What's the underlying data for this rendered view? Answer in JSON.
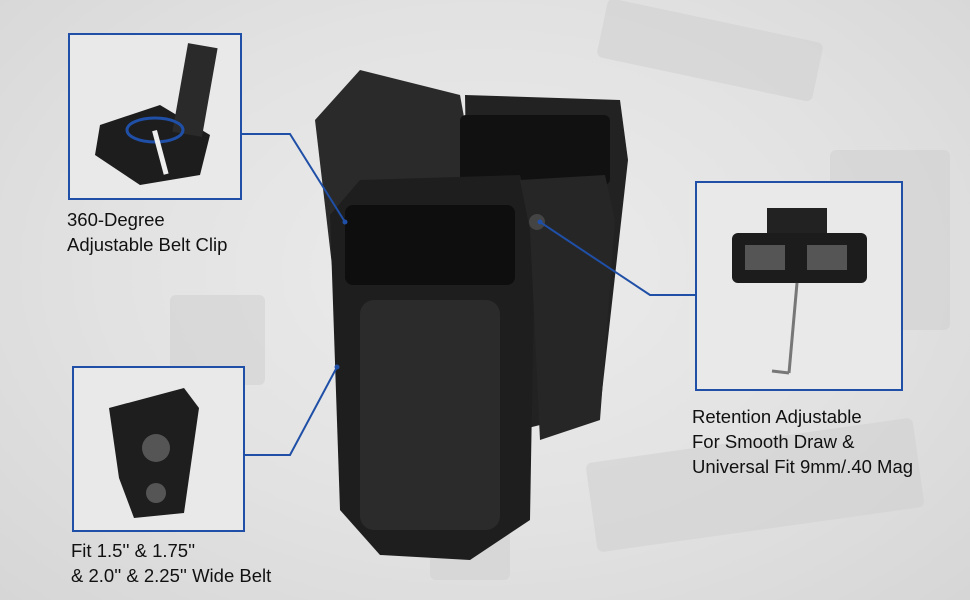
{
  "callouts": {
    "belt_clip": {
      "line1": "360-Degree",
      "line2": "Adjustable Belt Clip"
    },
    "belt_width": {
      "line1": "Fit 1.5'' & 1.75''",
      "line2": "& 2.0'' & 2.25'' Wide Belt"
    },
    "retention": {
      "line1": "Retention Adjustable",
      "line2": "For Smooth Draw &",
      "line3": "Universal Fit 9mm/.40 Mag"
    }
  },
  "colors": {
    "accent": "#1f4fa6",
    "product": "#1c1c1c"
  }
}
